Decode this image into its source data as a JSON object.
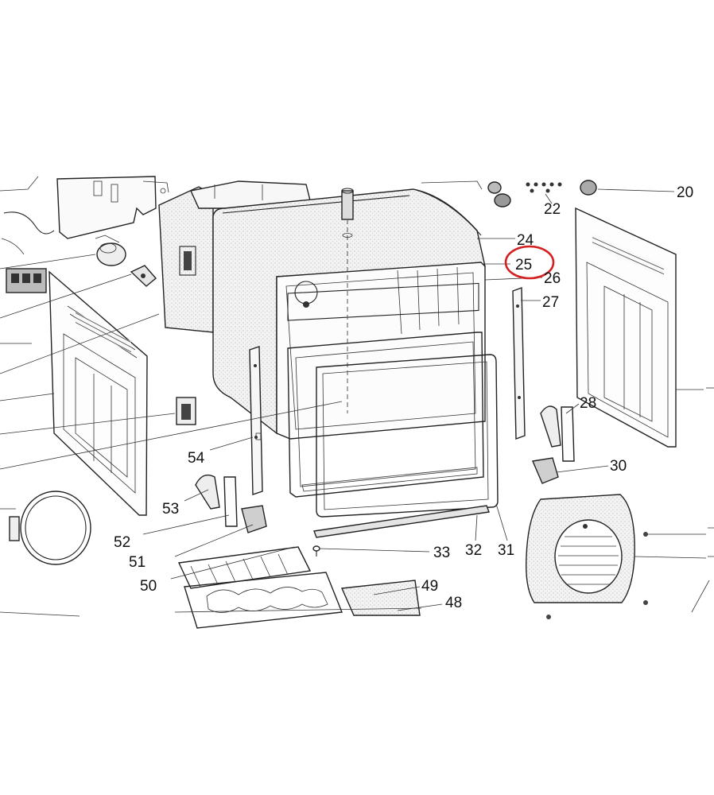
{
  "diagram": {
    "highlight_color": "#d42020",
    "highlighted_part": "25",
    "parts": {
      "p20": "20",
      "p22": "22",
      "p24": "24",
      "p25": "25",
      "p26": "26",
      "p27": "27",
      "p28": "28",
      "p30": "30",
      "p31": "31",
      "p32": "32",
      "p33": "33",
      "p48": "48",
      "p49": "49",
      "p50": "50",
      "p51": "51",
      "p52": "52",
      "p53": "53",
      "p54": "54"
    }
  }
}
